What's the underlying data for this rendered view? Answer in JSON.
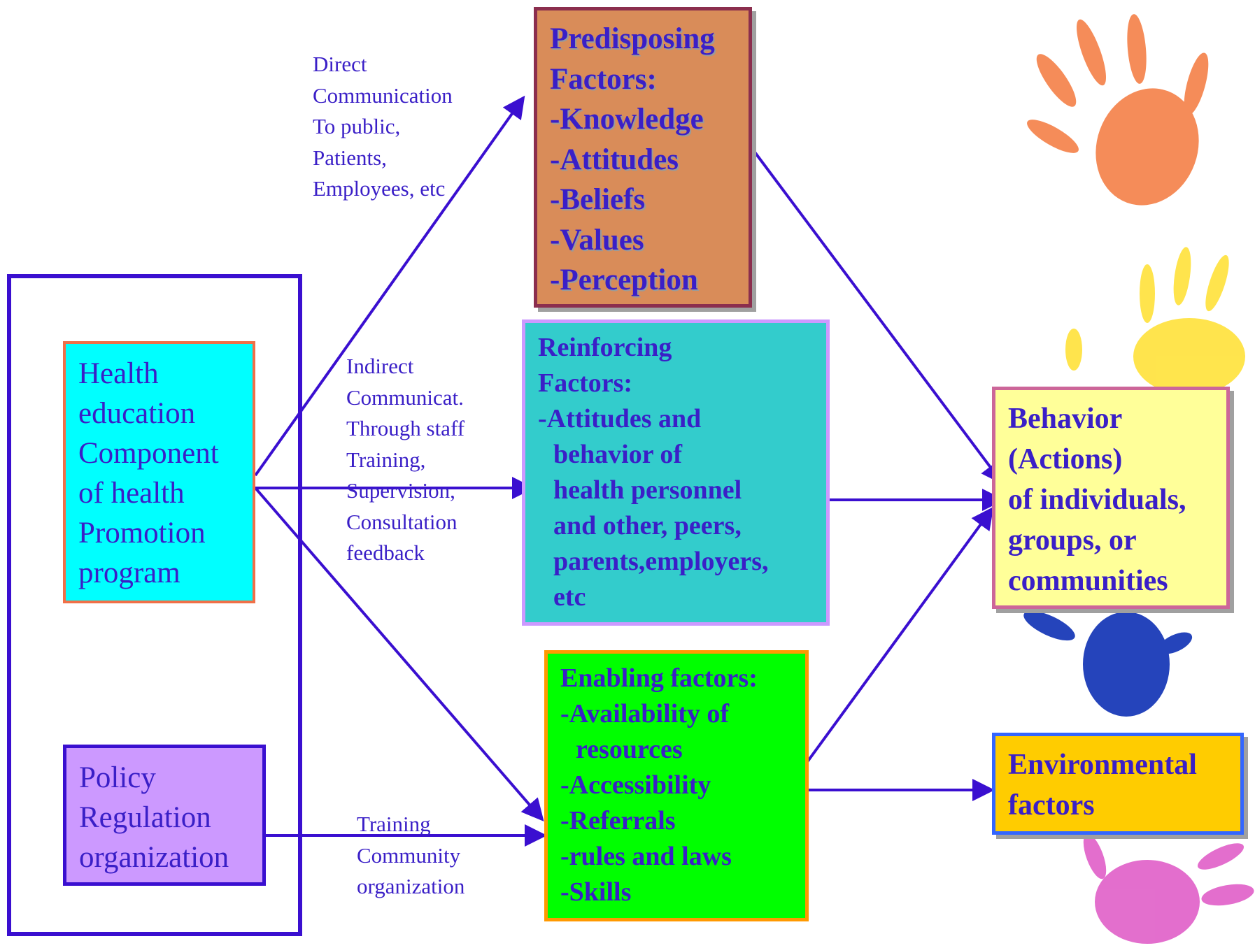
{
  "health_box": {
    "lines": [
      "Health",
      "education",
      "Component",
      "of health",
      "Promotion",
      "program"
    ]
  },
  "policy_box": {
    "lines": [
      "Policy",
      "Regulation",
      "organization"
    ]
  },
  "direct_note": {
    "lines": [
      "Direct",
      "Communication",
      "To public,",
      "Patients,",
      "Employees, etc"
    ]
  },
  "indirect_note": {
    "lines": [
      "Indirect",
      "Communicat.",
      "Through staff",
      "Training,",
      "Supervision,",
      "Consultation",
      "feedback"
    ]
  },
  "training_note": {
    "lines": [
      "Training",
      "Community",
      "organization"
    ]
  },
  "predisposing": {
    "lines": [
      "Predisposing",
      "Factors:",
      "-Knowledge",
      "-Attitudes",
      "-Beliefs",
      "-Values",
      "-Perception"
    ]
  },
  "reinforcing": {
    "lines": [
      "Reinforcing",
      "Factors:",
      "-Attitudes and",
      "behavior of",
      "health personnel",
      "and other, peers,",
      "parents,employers,",
      "etc"
    ]
  },
  "enabling": {
    "lines": [
      "Enabling factors:",
      "-Availability of",
      "resources",
      "-Accessibility",
      "-Referrals",
      "-rules and laws",
      "-Skills"
    ]
  },
  "behavior": {
    "lines": [
      "Behavior",
      "(Actions)",
      "of individuals,",
      "groups, or",
      "communities"
    ]
  },
  "environmental": {
    "lines": [
      "Environmental",
      "factors"
    ]
  },
  "colors": {
    "arrow": "#3a0fd0",
    "text": "#3a1fc7"
  }
}
